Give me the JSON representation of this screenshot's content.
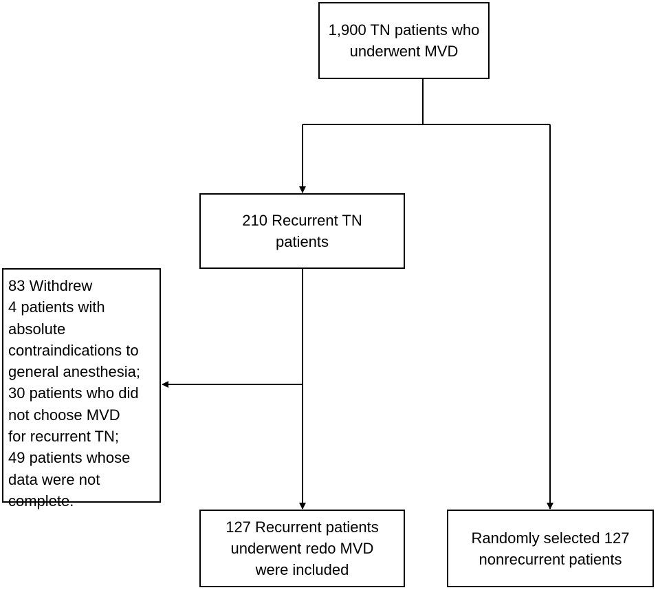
{
  "diagram": {
    "type": "flowchart",
    "nodes": {
      "total": {
        "lines": [
          "1,900 TN patients who",
          "underwent MVD"
        ]
      },
      "recurrent": {
        "lines": [
          "210 Recurrent TN",
          "patients"
        ]
      },
      "withdrew": {
        "lines": [
          "83 Withdrew",
          "4 patients with",
          "absolute",
          "contraindications to",
          "general anesthesia;",
          "30 patients who did",
          "not choose MVD",
          "for recurrent TN;",
          "49 patients whose",
          "data were not",
          "complete."
        ]
      },
      "included": {
        "lines": [
          "127 Recurrent patients",
          "underwent redo MVD",
          "were included"
        ]
      },
      "nonrecurrent": {
        "lines": [
          "Randomly selected 127",
          "nonrecurrent patients"
        ]
      }
    },
    "edges": [
      {
        "from": "total",
        "to": "recurrent"
      },
      {
        "from": "total",
        "to": "nonrecurrent"
      },
      {
        "from": "recurrent",
        "to": "withdrew"
      },
      {
        "from": "recurrent",
        "to": "included"
      }
    ],
    "colors": {
      "stroke": "#000000",
      "text": "#000000",
      "background": "#ffffff"
    }
  }
}
